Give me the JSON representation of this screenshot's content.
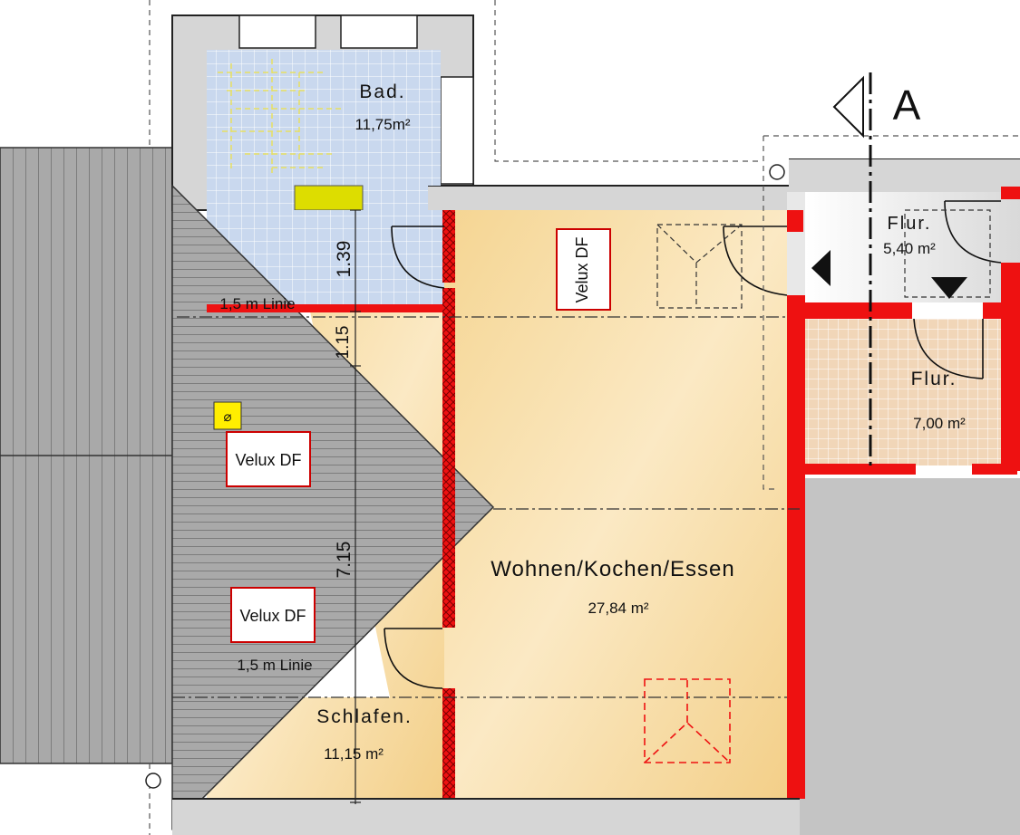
{
  "rooms": {
    "bad": {
      "name": "Bad.",
      "area": "11,75m²"
    },
    "flur_upper": {
      "name": "Flur.",
      "area": "5,40 m²"
    },
    "flur_lower": {
      "name": "Flur.",
      "area": "7,00 m²"
    },
    "wohnen": {
      "name": "Wohnen/Kochen/Essen",
      "area": "27,84 m²"
    },
    "schlafen": {
      "name": "Schlafen.",
      "area": "11,15 m²"
    }
  },
  "windows": {
    "velux_top": "Velux DF",
    "velux_mid": "Velux DF",
    "velux_low": "Velux DF"
  },
  "dimensions": {
    "d1": "1.39",
    "d2": "1.15",
    "d3": "7.15"
  },
  "annotations": {
    "linie_top": "1,5 m Linie",
    "linie_bottom": "1,5 m Linie",
    "section_marker": "A",
    "outlet_symbol": "⌀"
  },
  "colors": {
    "wall_red": "#ee1111",
    "wall_grey": "#d6d6d6",
    "roof_grey": "#a9a9a9",
    "floor_warm": "#f6dda0",
    "tile_blue": "#c9d8ee",
    "tile_peach": "#f1d6b8"
  }
}
